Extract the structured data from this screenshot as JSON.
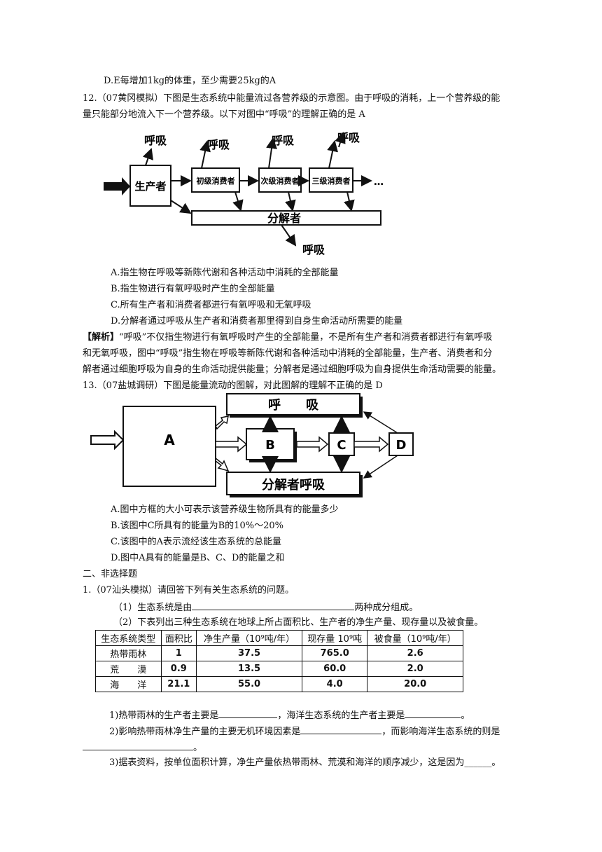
{
  "q11_option_d": "D.E每增加1kg的体重，至少需要25kg的A",
  "q12": {
    "stem_line1": "12.（07黄冈模拟）下图是生态系统中能量流过各营养级的示意图。由于呼吸的消耗，上一个营养级的能",
    "stem_line2": "量只能部分地流入下一个营养级。以下对图中“呼吸”的理解正确的是 A",
    "diagram": {
      "producer": "生产者",
      "primary": "初级消费者",
      "secondary": "次级消费者",
      "tertiary": "三级消费者",
      "decomposer": "分解者",
      "respiration": "呼吸",
      "ellipsis": "…"
    },
    "options": [
      "A.指生物在呼吸等新陈代谢和各种活动中消耗的全部能量",
      "B.指生物进行有氧呼吸时产生的全部能量",
      "C.所有生产者和消费者都进行有氧呼吸和无氧呼吸",
      "D.分解者通过呼吸从生产者和消费者那里得到自身生命活动所需要的能量"
    ],
    "analysis_tag": "【解析】",
    "analysis_line1": "“呼吸”不仅指生物进行有氧呼吸时产生的全部能量，不是所有生产者和消费者都进行有氧呼吸",
    "analysis_line2": "和无氧呼吸，图中“呼吸”指生物在呼吸等新陈代谢和各种活动中消耗的全部能量，生产者、消费者和分",
    "analysis_line3": "解者通过细胞呼吸为自身的生命活动提供能量；分解者是通过细胞呼吸为自身提供生命活动需要的能量。"
  },
  "q13": {
    "stem": "13.（07盐城调研）下图是能量流动的图解，对此图解的理解不正确的是 D",
    "diagram": {
      "top_box": "呼　　吸",
      "bottom_box": "分解者呼吸",
      "a": "A",
      "b": "B",
      "c": "C",
      "d": "D"
    },
    "options": [
      "A.图中方框的大小可表示该营养级生物所具有的能量多少",
      "B.该图中C所具有的能量为B的10%～20%",
      "C.该图中的A表示流经该生态系统的总能量",
      "D.图中A具有的能量是B、C、D的能量之和"
    ]
  },
  "section2": {
    "heading": "二、非选择题",
    "q1_stem": "1.（07汕头模拟）请回答下列有关生态系统的问题。",
    "sub1_a": "（1）生态系统是由",
    "sub1_b": "两种成分组成。",
    "sub2": "（2）下表列出三种生态系统在地球上所占面积比、生产者的净生产量、现存量以及被食量。",
    "table": {
      "headers": [
        "生态系统类型",
        "面积比",
        "净生产量（10⁹吨/年）",
        "现存量 10⁹吨",
        "被食量（10⁹吨/年）"
      ],
      "rows": [
        [
          "热带雨林",
          "1",
          "37.5",
          "765.0",
          "2.6"
        ],
        [
          "荒　　漠",
          "0.9",
          "13.5",
          "60.0",
          "2.0"
        ],
        [
          "海　　洋",
          "21.1",
          "55.0",
          "4.0",
          "20.0"
        ]
      ]
    },
    "p1_a": "1)热带雨林的生产者主要是",
    "p1_b": "，海洋生态系统的生产者主要是",
    "p1_c": "。",
    "p2_a": "2)影响热带雨林净生产量的主要无机环境因素是",
    "p2_b": "，而影响海洋生态系统的则是",
    "p2_c": "。",
    "p3_a": "3)据表资料，按单位面积计算，净生产量依热带雨林、荒漠和海洋的顺序减少，这是因为",
    "p3_b": "______",
    "p3_c": "。"
  }
}
